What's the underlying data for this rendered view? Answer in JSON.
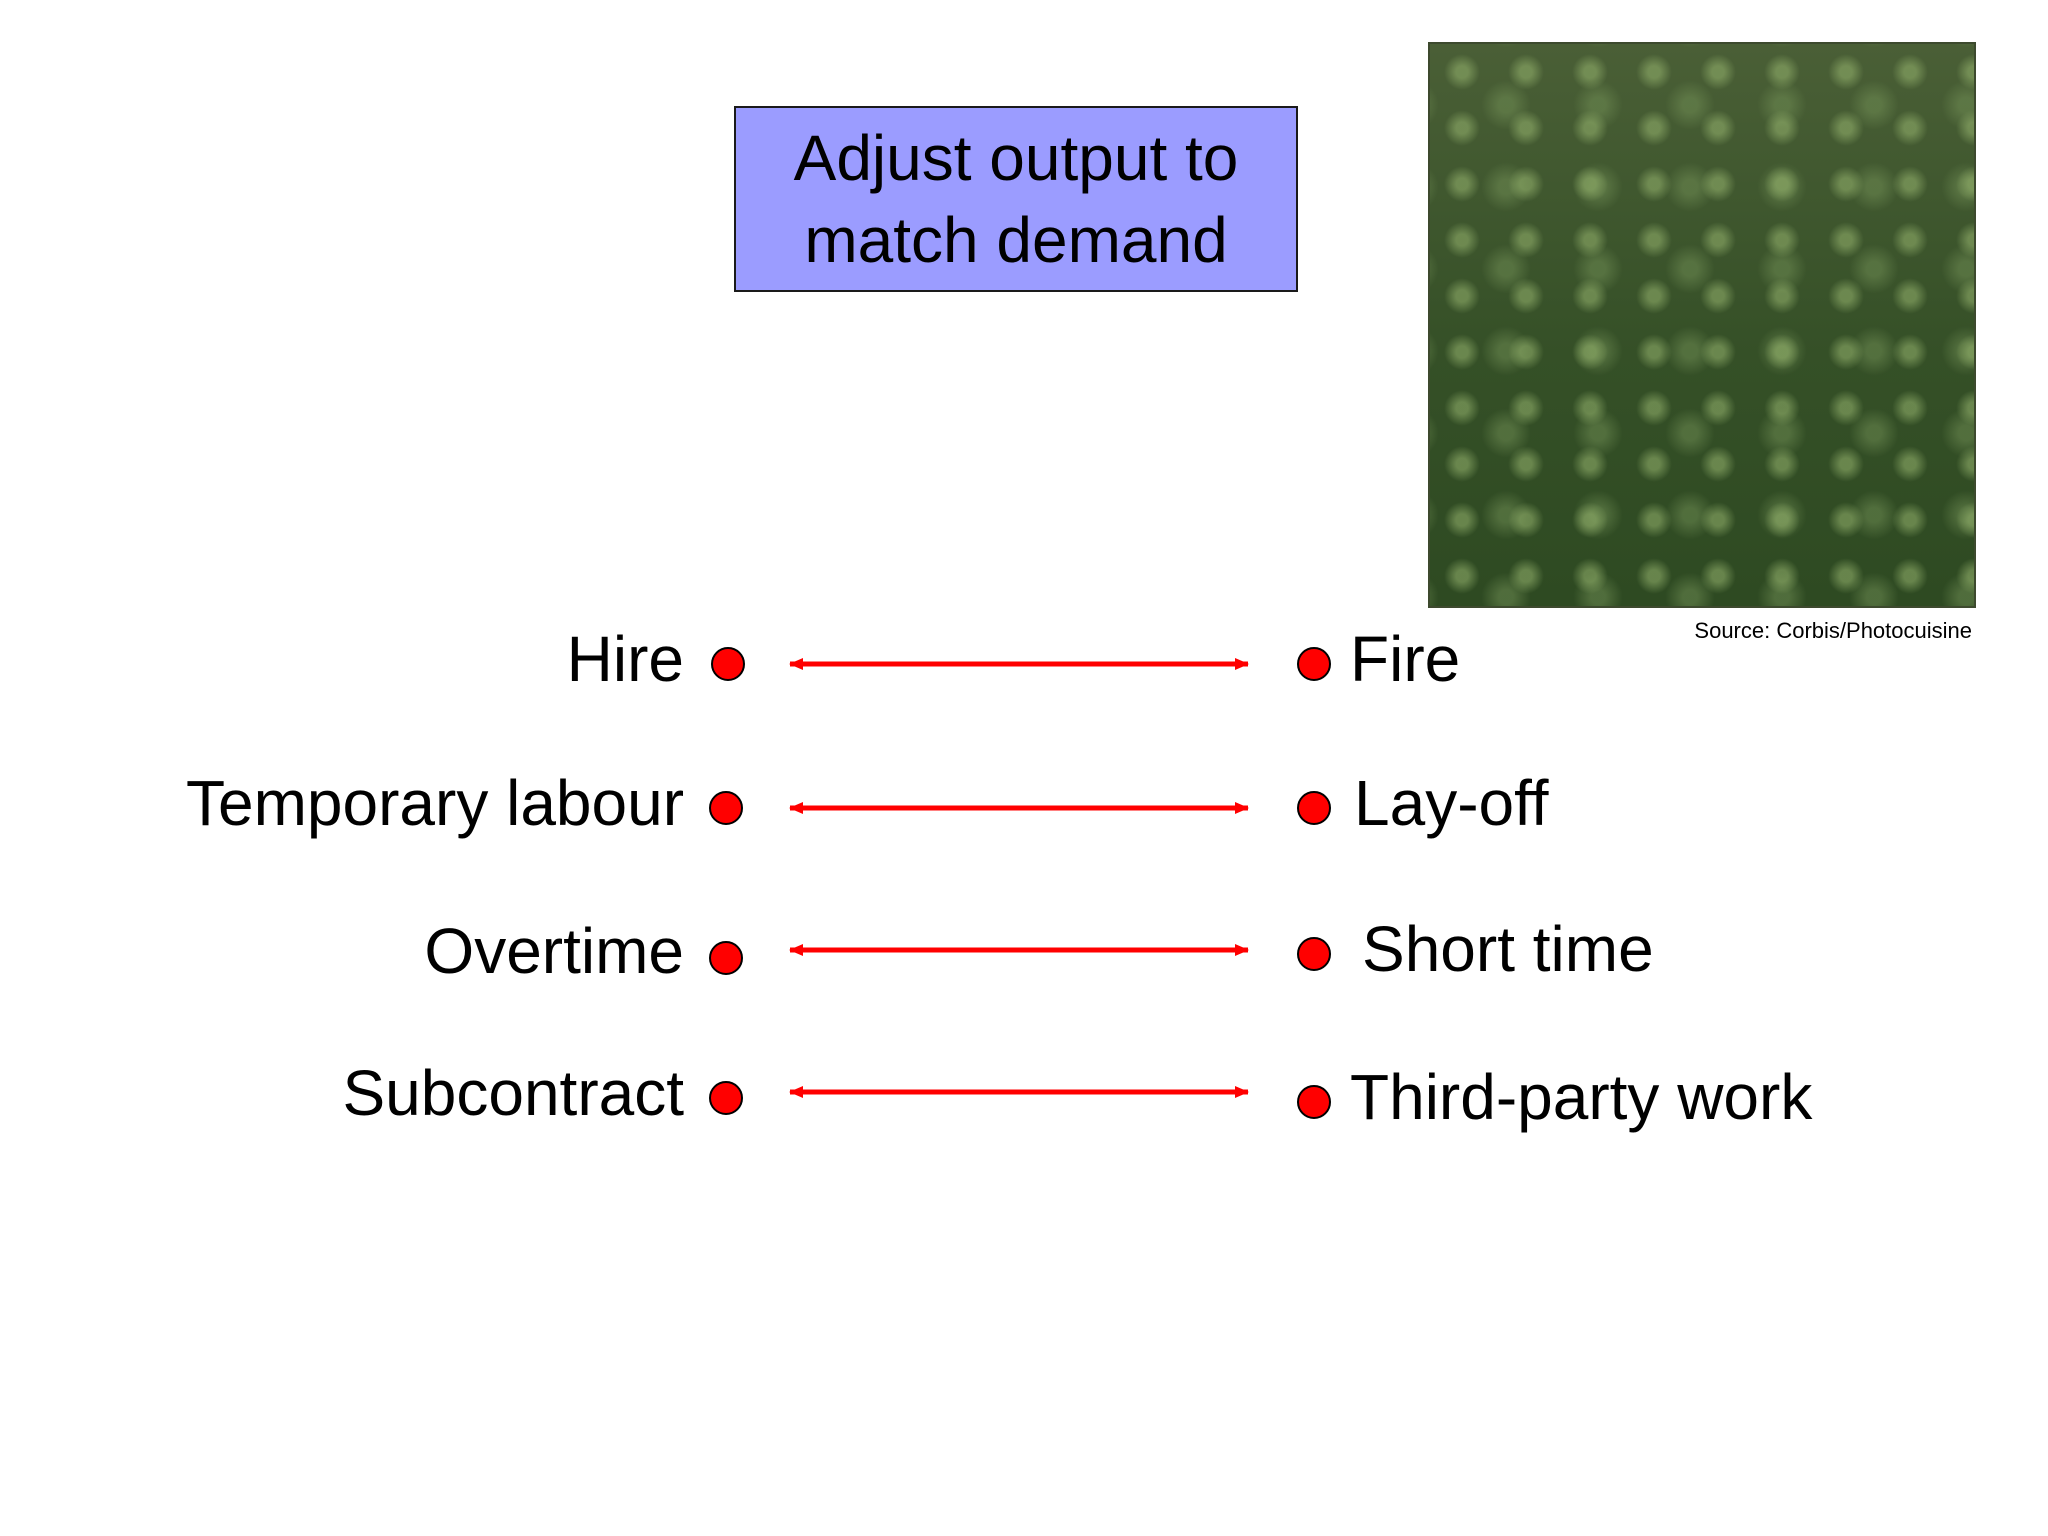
{
  "title": {
    "line1": "Adjust output to",
    "line2": "match demand"
  },
  "photo_caption": "Source: Corbis/Photocuisine",
  "colors": {
    "title_box_fill": "#9b9cff",
    "arrow": "#ff0000",
    "dot": "#ff0000"
  },
  "pairs": [
    {
      "left": "Hire",
      "right": "Fire"
    },
    {
      "left": "Temporary labour",
      "right": "Lay-off"
    },
    {
      "left": "Overtime",
      "right": "Short time"
    },
    {
      "left": "Subcontract",
      "right": "Third-party work"
    }
  ]
}
